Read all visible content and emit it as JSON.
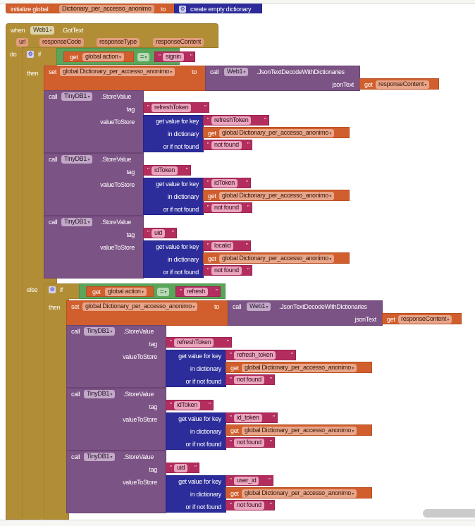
{
  "init": {
    "keyword": "initialize global",
    "var_name": "Dictionary_per_accesso_anonimo",
    "to": "to",
    "value_label": "create empty dictionary"
  },
  "event": {
    "when": "when",
    "component": "Web1",
    "event_name": ".GotText",
    "params": [
      "url",
      "responseCode",
      "responseType",
      "responseContent"
    ],
    "do": "do"
  },
  "kw": {
    "if": "if",
    "then": "then",
    "else": "else",
    "get": "get",
    "set": "set",
    "to": "to",
    "call": "call",
    "eq": "=",
    "json_method": ".JsonTextDecodeWithDictionaries",
    "json_text": "jsonText",
    "store_method": ".StoreValue",
    "tag": "tag",
    "value_to_store": "valueToStore",
    "get_value_for_key": "get value for key",
    "in_dictionary": "in dictionary",
    "or_if_not_found": "or if not found",
    "global_action": "global action",
    "global_dict": "global Dictionary_per_accesso_anonimo",
    "response_content": "responseContent",
    "web_component": "Web1",
    "db_component": "TinyDB1",
    "not_found": "not found"
  },
  "branch_if": {
    "compare_text": "signin",
    "stores": [
      {
        "tag": "refreshToken",
        "key": "refreshToken"
      },
      {
        "tag": "idToken",
        "key": "idToken"
      },
      {
        "tag": "uid",
        "key": "localid"
      }
    ]
  },
  "branch_else": {
    "compare_text": "refresh",
    "stores": [
      {
        "tag": "refreshToken",
        "key": "refresh_token"
      },
      {
        "tag": "idToken",
        "key": "id_token"
      },
      {
        "tag": "uid",
        "key": "user_id"
      }
    ]
  }
}
